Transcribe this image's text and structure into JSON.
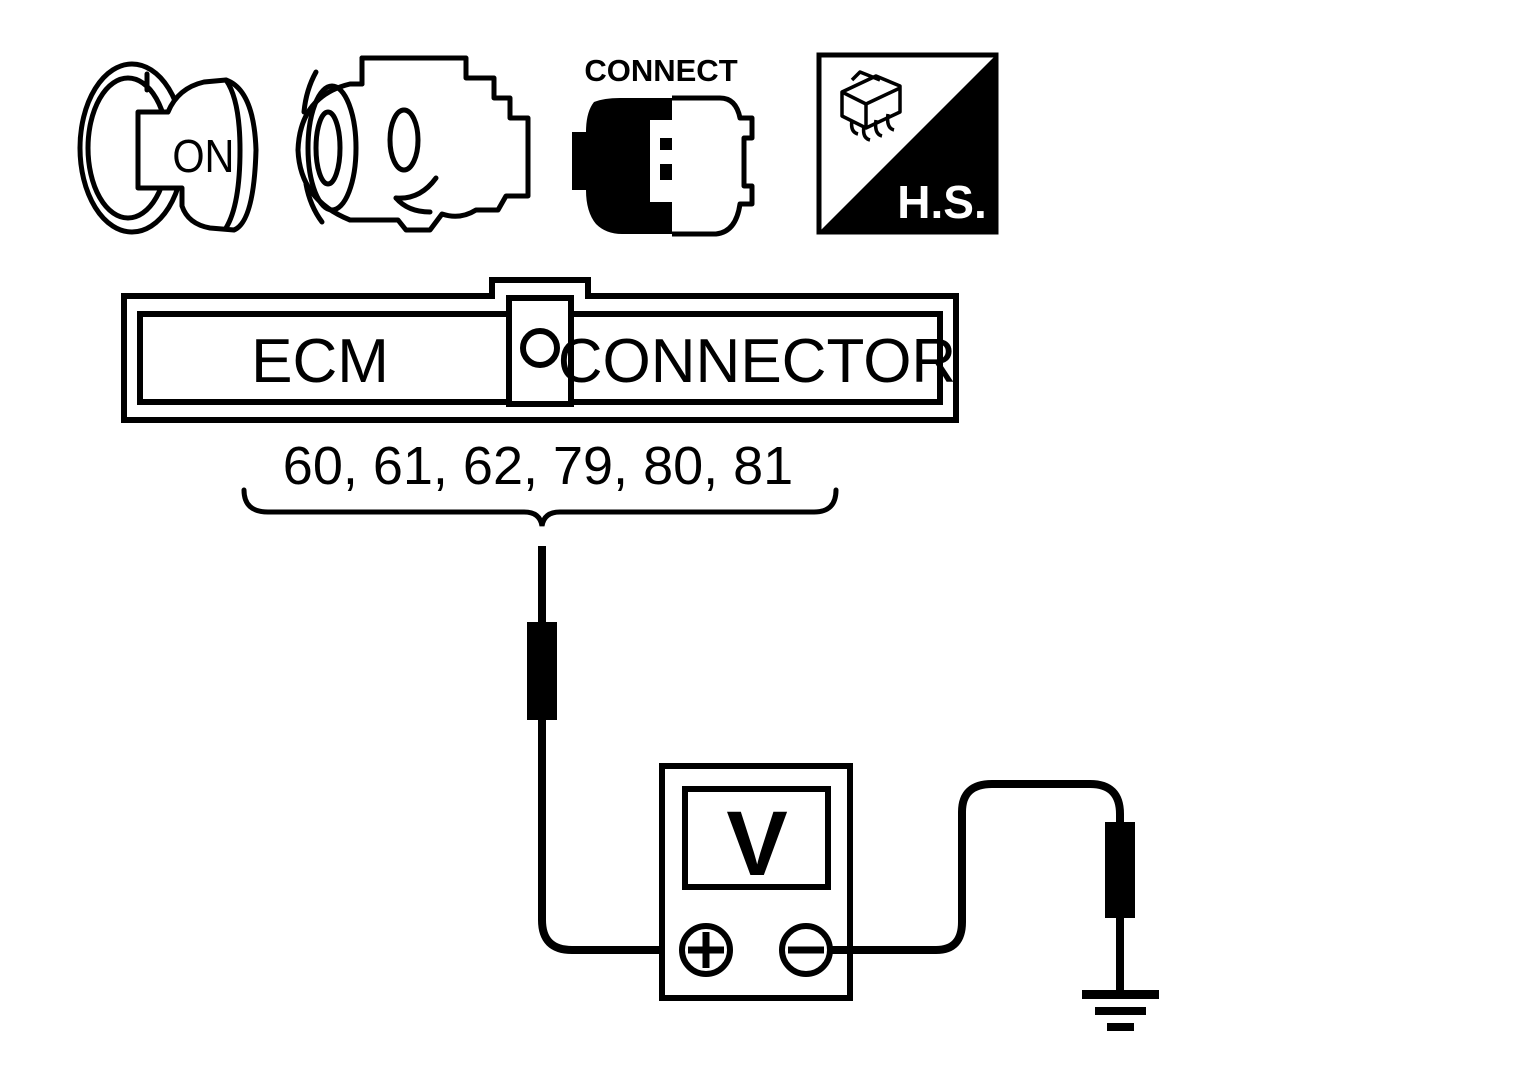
{
  "icons": {
    "ignition_key_label": "ON",
    "connector_icon_label": "CONNECT",
    "harness_icon_label": "H.S."
  },
  "connector": {
    "left_label": "ECM",
    "right_label": "CONNECTOR",
    "terminals": "60, 61, 62, 79, 80, 81"
  },
  "meter": {
    "display": "V",
    "positive_symbol": "+",
    "negative_symbol": "−"
  },
  "colors": {
    "ink": "#000000",
    "paper": "#ffffff"
  }
}
